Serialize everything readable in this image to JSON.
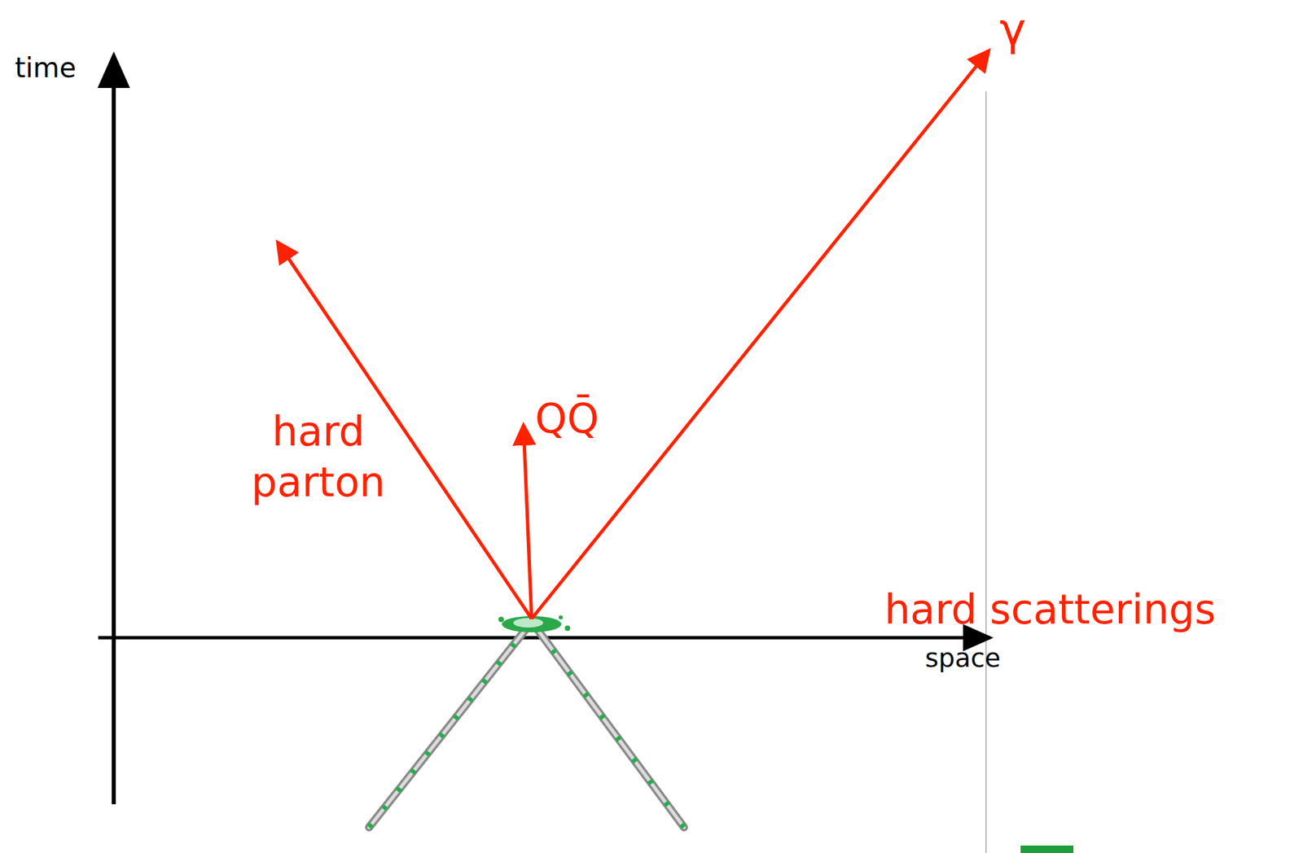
{
  "diagram": {
    "labels": [
      "time",
      "space",
      "hard scatterings",
      "γ",
      "hard parton",
      "QQ̄"
    ]
  }
}
